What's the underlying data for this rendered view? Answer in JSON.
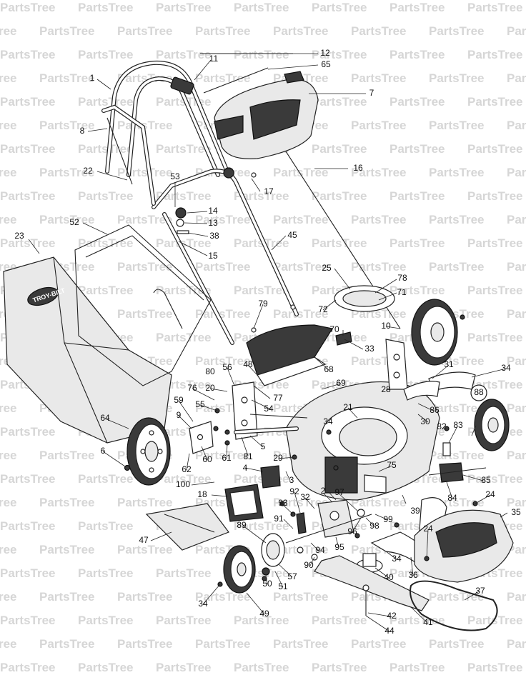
{
  "watermark": "PartsTree",
  "brand_logo_text": "TROY-BILT",
  "callouts": [
    {
      "id": "1",
      "label": "1"
    },
    {
      "id": "2",
      "label": "2"
    },
    {
      "id": "3",
      "label": "3"
    },
    {
      "id": "4",
      "label": "4"
    },
    {
      "id": "5",
      "label": "5"
    },
    {
      "id": "6",
      "label": "6"
    },
    {
      "id": "7",
      "label": "7"
    },
    {
      "id": "8",
      "label": "8"
    },
    {
      "id": "9",
      "label": "9"
    },
    {
      "id": "10",
      "label": "10"
    },
    {
      "id": "11",
      "label": "11"
    },
    {
      "id": "12",
      "label": "12"
    },
    {
      "id": "13",
      "label": "13"
    },
    {
      "id": "14",
      "label": "14"
    },
    {
      "id": "15",
      "label": "15"
    },
    {
      "id": "16",
      "label": "16"
    },
    {
      "id": "17",
      "label": "17"
    },
    {
      "id": "18",
      "label": "18"
    },
    {
      "id": "20",
      "label": "20"
    },
    {
      "id": "21",
      "label": "21"
    },
    {
      "id": "22",
      "label": "22"
    },
    {
      "id": "23",
      "label": "23"
    },
    {
      "id": "24a",
      "label": "24"
    },
    {
      "id": "24b",
      "label": "24"
    },
    {
      "id": "25",
      "label": "25"
    },
    {
      "id": "28",
      "label": "28"
    },
    {
      "id": "29",
      "label": "29"
    },
    {
      "id": "30",
      "label": "30"
    },
    {
      "id": "31",
      "label": "31"
    },
    {
      "id": "32",
      "label": "32"
    },
    {
      "id": "33",
      "label": "33"
    },
    {
      "id": "34a",
      "label": "34"
    },
    {
      "id": "34b",
      "label": "34"
    },
    {
      "id": "34c",
      "label": "34"
    },
    {
      "id": "34d",
      "label": "34"
    },
    {
      "id": "35",
      "label": "35"
    },
    {
      "id": "36",
      "label": "36"
    },
    {
      "id": "37",
      "label": "37"
    },
    {
      "id": "38",
      "label": "38"
    },
    {
      "id": "39",
      "label": "39"
    },
    {
      "id": "40",
      "label": "40"
    },
    {
      "id": "41",
      "label": "41"
    },
    {
      "id": "42",
      "label": "42"
    },
    {
      "id": "44",
      "label": "44"
    },
    {
      "id": "45",
      "label": "45"
    },
    {
      "id": "47",
      "label": "47"
    },
    {
      "id": "48",
      "label": "48"
    },
    {
      "id": "49",
      "label": "49"
    },
    {
      "id": "50",
      "label": "50"
    },
    {
      "id": "51",
      "label": "51"
    },
    {
      "id": "52",
      "label": "52"
    },
    {
      "id": "53",
      "label": "53"
    },
    {
      "id": "54",
      "label": "54"
    },
    {
      "id": "55",
      "label": "55"
    },
    {
      "id": "56",
      "label": "56"
    },
    {
      "id": "57",
      "label": "57"
    },
    {
      "id": "59",
      "label": "59"
    },
    {
      "id": "60",
      "label": "60"
    },
    {
      "id": "61",
      "label": "61"
    },
    {
      "id": "62",
      "label": "62"
    },
    {
      "id": "64",
      "label": "64"
    },
    {
      "id": "65",
      "label": "65"
    },
    {
      "id": "68",
      "label": "68"
    },
    {
      "id": "69",
      "label": "69"
    },
    {
      "id": "70",
      "label": "70"
    },
    {
      "id": "71",
      "label": "71"
    },
    {
      "id": "72",
      "label": "72"
    },
    {
      "id": "75",
      "label": "75"
    },
    {
      "id": "76",
      "label": "76"
    },
    {
      "id": "77",
      "label": "77"
    },
    {
      "id": "78",
      "label": "78"
    },
    {
      "id": "79",
      "label": "79"
    },
    {
      "id": "80",
      "label": "80"
    },
    {
      "id": "81",
      "label": "81"
    },
    {
      "id": "82",
      "label": "82"
    },
    {
      "id": "83",
      "label": "83"
    },
    {
      "id": "84",
      "label": "84"
    },
    {
      "id": "85",
      "label": "85"
    },
    {
      "id": "86",
      "label": "86"
    },
    {
      "id": "88",
      "label": "88"
    },
    {
      "id": "89",
      "label": "89"
    },
    {
      "id": "90",
      "label": "90"
    },
    {
      "id": "91",
      "label": "91"
    },
    {
      "id": "92",
      "label": "92"
    },
    {
      "id": "93",
      "label": "93"
    },
    {
      "id": "94",
      "label": "94"
    },
    {
      "id": "95",
      "label": "95"
    },
    {
      "id": "96",
      "label": "96"
    },
    {
      "id": "97",
      "label": "97"
    },
    {
      "id": "98",
      "label": "98"
    },
    {
      "id": "99",
      "label": "99"
    },
    {
      "id": "100",
      "label": "100"
    }
  ]
}
